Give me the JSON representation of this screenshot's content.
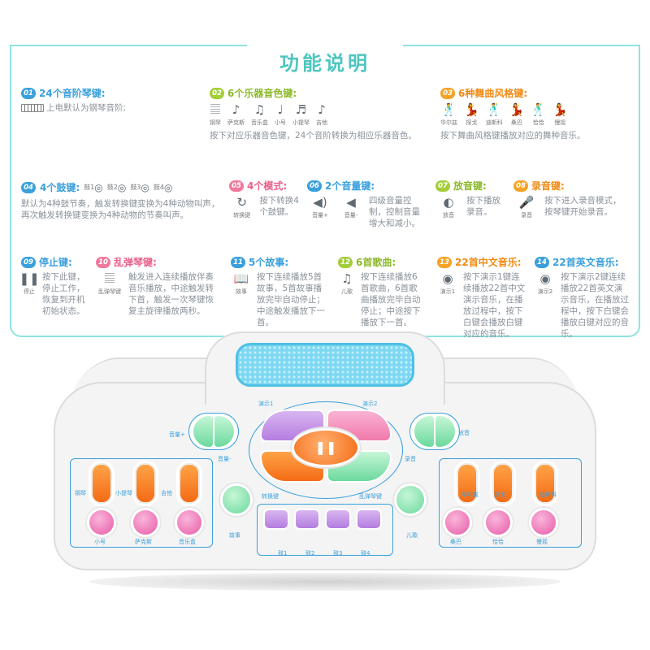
{
  "page_title": "功能说明",
  "features": {
    "f01": {
      "num": "01",
      "title": "24个音阶琴键:",
      "desc": "上电默认为钢琴音阶;"
    },
    "f02": {
      "num": "02",
      "title": "6个乐器音色键:",
      "icons": [
        "钢琴",
        "萨克斯",
        "音乐盒",
        "小号",
        "小提琴",
        "吉他"
      ],
      "desc": "按下对应乐器音色键，24个音阶转换为相应乐器音色。"
    },
    "f03": {
      "num": "03",
      "title": "6种舞曲风格键:",
      "icons": [
        "华尔兹",
        "探戈",
        "迪斯科",
        "桑巴",
        "恰恰",
        "慢摇"
      ],
      "desc": "按下舞曲风格键播放对应的舞种音乐。"
    },
    "f04": {
      "num": "04",
      "title": "4个鼓键:",
      "icons": [
        "鼓1",
        "鼓2",
        "鼓3",
        "鼓4"
      ],
      "desc": "默认为4种鼓节奏，触发转换键变换为4种动物叫声，再次触发转换键变换为4种动物的节奏叫声。"
    },
    "f05": {
      "num": "05",
      "title": "4个模式:",
      "icon_label": "转换键",
      "desc": "按下转换4个鼓键。"
    },
    "f06": {
      "num": "06",
      "title": "2个音量键:",
      "icons": [
        "音量+",
        "音量-"
      ],
      "desc": "四级音量控制，控制音量增大和减小。"
    },
    "f07": {
      "num": "07",
      "title": "放音键:",
      "icon_label": "放音",
      "desc": "按下播放录音。"
    },
    "f08": {
      "num": "08",
      "title": "录音键:",
      "icon_label": "录音",
      "desc": "按下进入录音模式，按琴键开始录音。"
    },
    "f09": {
      "num": "09",
      "title": "停止键:",
      "icon_label": "停止",
      "desc": "按下此键，停止工作，恢复到开机初始状态。"
    },
    "f10": {
      "num": "10",
      "title": "乱弹琴键:",
      "icon_label": "乱弹琴键",
      "desc": "触发进入连续播放伴奏音乐播放，中途触发转下首，触发一次琴键恢复主旋律播放两秒。"
    },
    "f11": {
      "num": "11",
      "title": "5个故事:",
      "icon_label": "故事",
      "desc": "按下连续播放5首故事，5首故事播放完毕自动停止；中途触发播放下一首。"
    },
    "f12": {
      "num": "12",
      "title": "6首歌曲:",
      "icon_label": "儿歌",
      "desc": "按下连续播放6首歌曲，6首歌曲播放完毕自动停止；中途按下播放下一首。"
    },
    "f13": {
      "num": "13",
      "title": "22首中文音乐:",
      "icon_label": "演示1",
      "desc": "按下演示1键连续播放22首中文演示音乐，在播放过程中，按下白键会播放白键对应的音乐。"
    },
    "f14": {
      "num": "14",
      "title": "22首英文音乐:",
      "icon_label": "演示2",
      "desc": "按下演示2键连续播放22首英文演示音乐，在播放过程中，按下白键会播放白键对应的音乐。"
    }
  },
  "device": {
    "demo1": "演示1",
    "demo2": "演示2",
    "vol_up": "音量+",
    "vol_down": "音量-",
    "play": "放音",
    "record": "录音",
    "left_top": [
      "钢琴",
      "小提琴",
      "吉他"
    ],
    "left_bottom": [
      "小号",
      "萨克斯",
      "音乐盒"
    ],
    "right_top": [
      "华尔兹",
      "探戈",
      "迪斯科"
    ],
    "right_bottom": [
      "桑巴",
      "恰恰",
      "慢摇"
    ],
    "switch": "转换键",
    "piano": "乱弹琴键",
    "story": "故事",
    "song": "儿歌",
    "drums": [
      "鼓1",
      "鼓2",
      "鼓3",
      "鼓4"
    ]
  },
  "colors": {
    "accent": "#4ec5c0",
    "blue": "#3aa0dc",
    "green": "#a4cd39",
    "orange": "#f5a326",
    "pink": "#f07a9c"
  }
}
